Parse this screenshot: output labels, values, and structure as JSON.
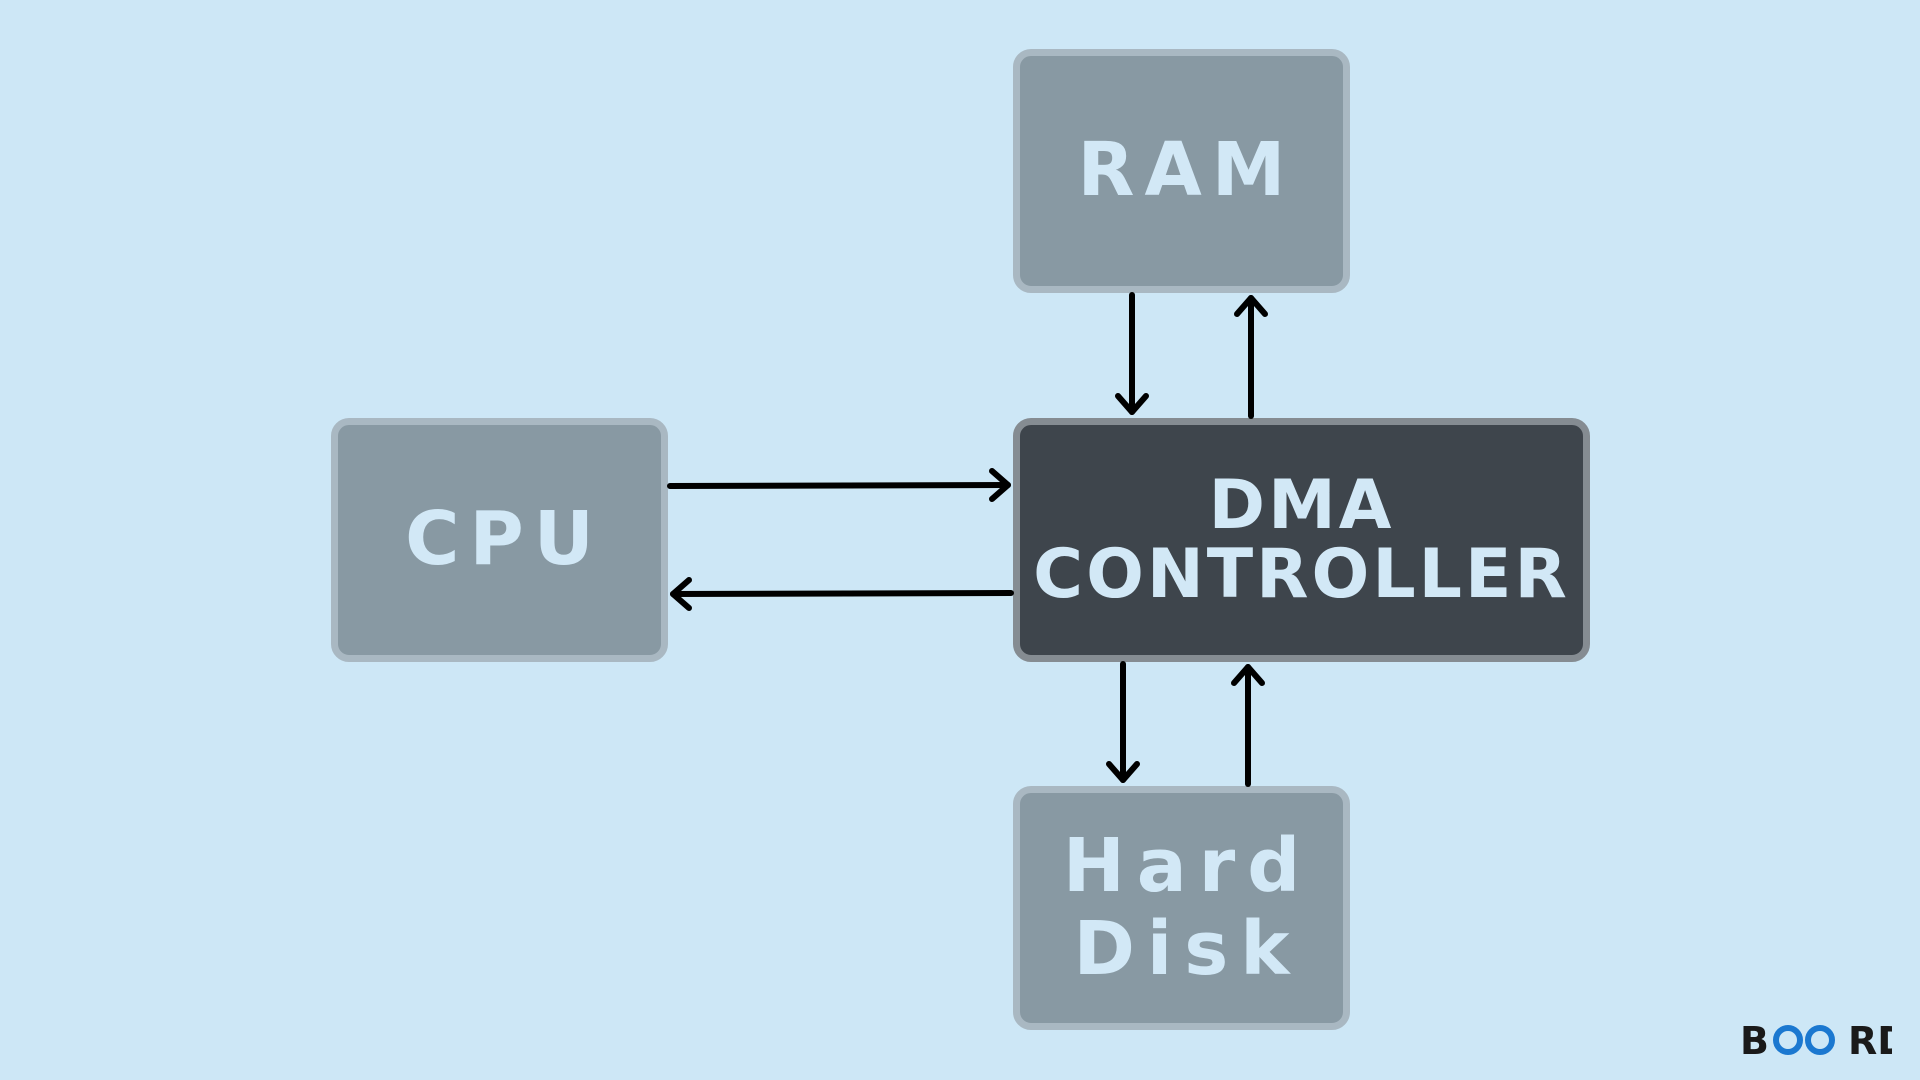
{
  "diagram": {
    "nodes": {
      "ram": {
        "lines": [
          "RAM"
        ]
      },
      "cpu": {
        "lines": [
          "CPU"
        ]
      },
      "dma": {
        "lines": [
          "DMA",
          "CONTROLLER"
        ]
      },
      "disk": {
        "lines": [
          "Hard",
          "Disk"
        ]
      }
    },
    "edges": [
      {
        "from": "ram",
        "to": "dma"
      },
      {
        "from": "dma",
        "to": "ram"
      },
      {
        "from": "cpu",
        "to": "dma"
      },
      {
        "from": "dma",
        "to": "cpu"
      },
      {
        "from": "dma",
        "to": "disk"
      },
      {
        "from": "disk",
        "to": "dma"
      }
    ]
  },
  "brand": {
    "logo_text": "BOARD",
    "colors": {
      "dark": "#1a1a1a",
      "accent": "#1b78d0"
    }
  },
  "colors": {
    "background": "#cde7f6",
    "box_light": "#8899a3",
    "box_dark": "#3e454c",
    "text": "#d2e8f6",
    "arrow": "#000000"
  }
}
